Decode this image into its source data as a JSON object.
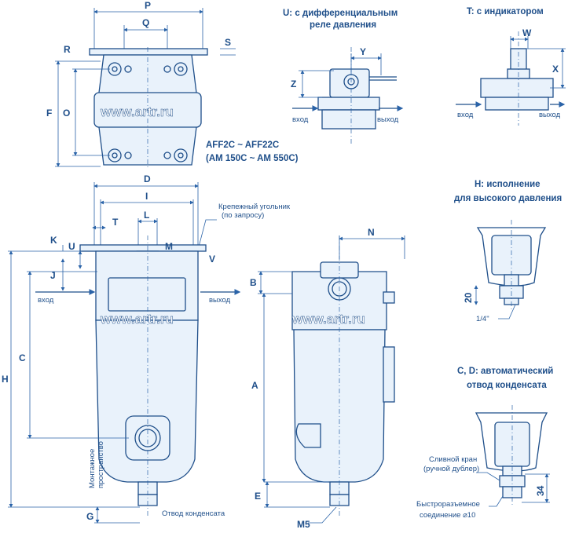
{
  "titles": {
    "u": "U: с дифференциальным",
    "u2": "реле давления",
    "t": "T: с индикатором",
    "h": "H: исполнение",
    "h2": "для высокого давления",
    "cd": "C, D: автоматический",
    "cd2": "отвод конденсата"
  },
  "models": {
    "line1": "AFF2C ~ AFF22C",
    "line2": "(AM  150C ~ AM  550C)"
  },
  "watermark": "www.artr.ru",
  "dims": {
    "P": "P",
    "Q": "Q",
    "R": "R",
    "S": "S",
    "O": "O",
    "F": "F",
    "D": "D",
    "I": "I",
    "T": "T",
    "L": "L",
    "K": "K",
    "U": "U",
    "M": "M",
    "V": "V",
    "J": "J",
    "C": "C",
    "H": "H",
    "G": "G",
    "N": "N",
    "B": "B",
    "A": "A",
    "E": "E",
    "W": "W",
    "X": "X",
    "Y": "Y",
    "Z": "Z"
  },
  "labels": {
    "inlet": "вход",
    "outlet": "выход",
    "bracket1": "Крепежный угольник",
    "bracket2": "(по запросу)",
    "mount": "Монтажное",
    "mount2": "пространство",
    "drain": "Отвод конденсата",
    "m5": "M5",
    "h20": "20",
    "quarter": "1/4\"",
    "valve1": "Сливной кран",
    "valve2": "(ручной дублер)",
    "h34": "34",
    "quick1": "Быстроразъемное",
    "quick2": "соединение ⌀10"
  },
  "icons": [
    "arrow-right-icon",
    "pressure-gauge-icon"
  ],
  "colors": {
    "line": "#1f4f8a",
    "fill": "#e9f2fb"
  }
}
